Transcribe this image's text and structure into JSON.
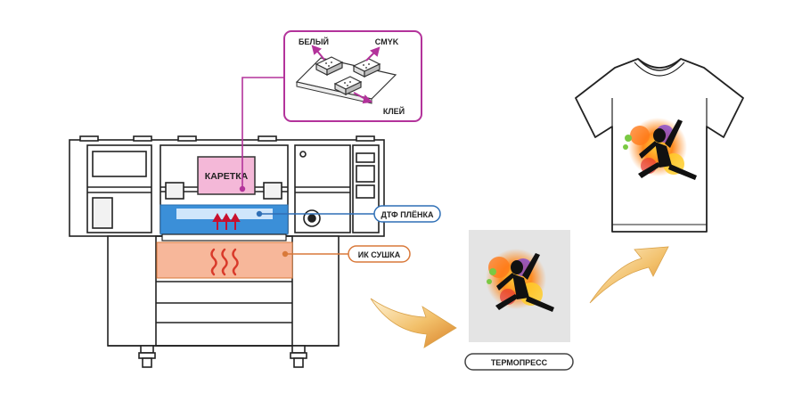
{
  "labels": {
    "white": "БЕЛЫЙ",
    "cmyk": "CMYK",
    "glue": "КЛЕЙ",
    "carriage": "КАРЕТКА",
    "dtf_film": "ДТФ ПЛЁНКА",
    "ir_dryer": "ИК СУШКА",
    "heat_press": "ТЕРМОПРЕСС"
  },
  "colors": {
    "magenta": "#b3339b",
    "carriage_fill": "#f4b8d8",
    "film_blue": "#3b8fd8",
    "film_light": "#cfe6fb",
    "dryer_fill": "#f7b79a",
    "dryer_waves": "#d93a2a",
    "badge_border_blue": "#2f6fb6",
    "badge_border_orange": "#d9793a",
    "arrow_orange": "#e8a24a"
  }
}
